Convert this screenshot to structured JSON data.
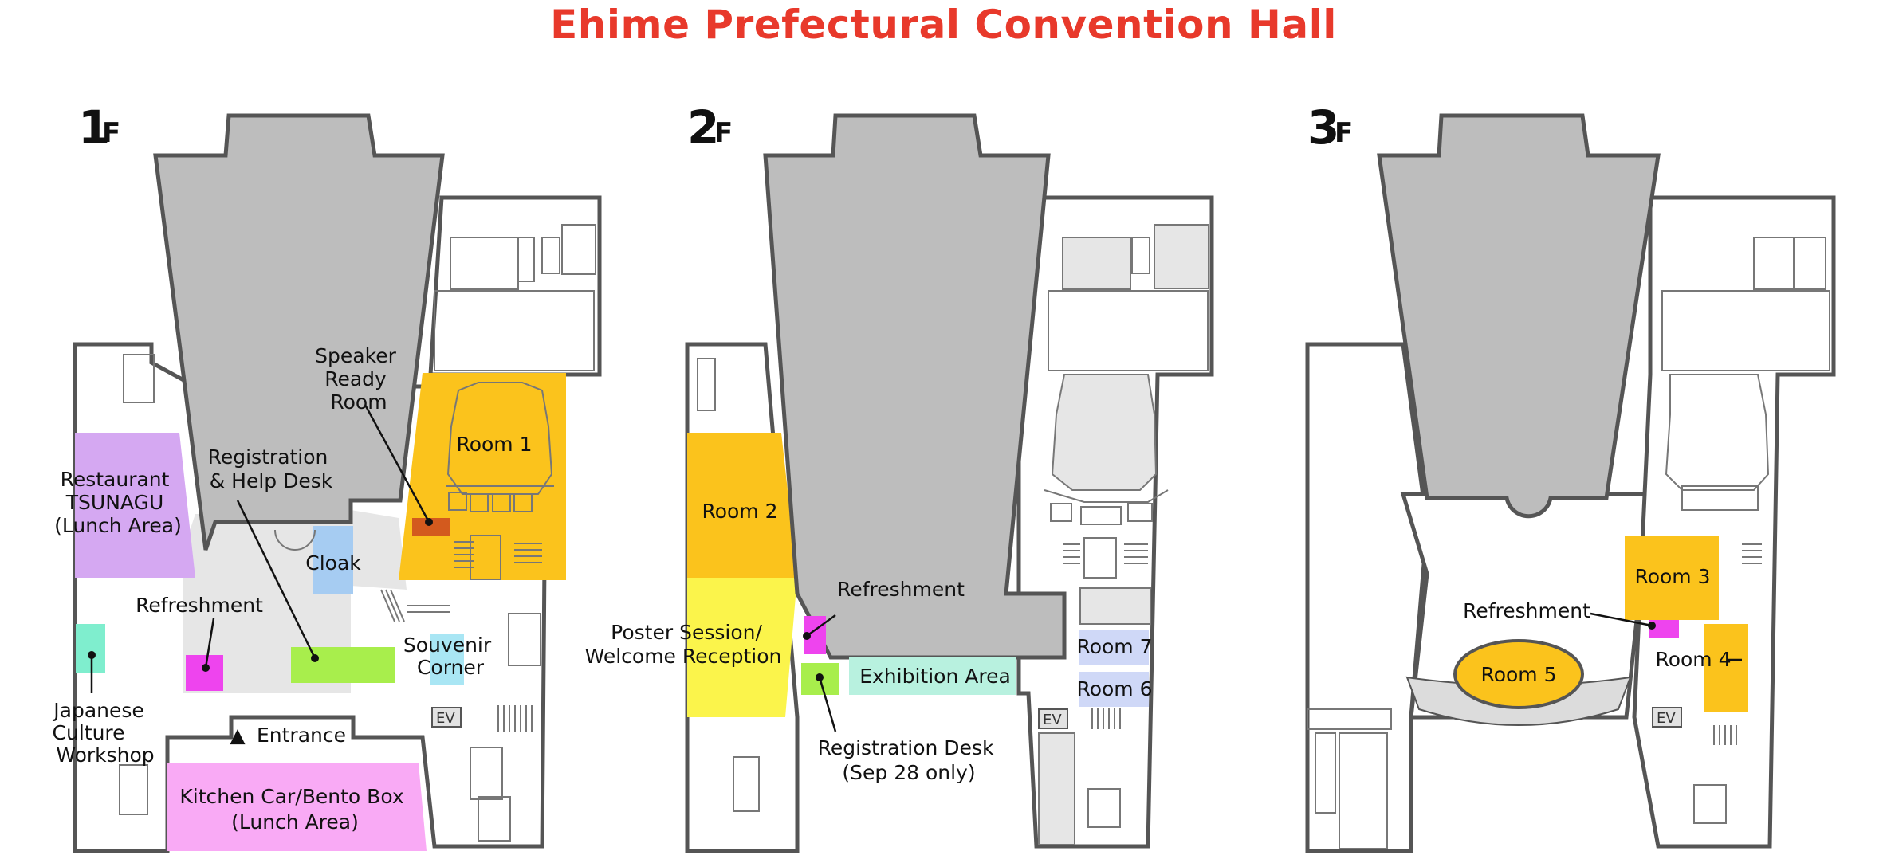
{
  "title": "Ehime Prefectural Convention Hall",
  "floors": [
    {
      "number": "1",
      "suffix": "F",
      "labels": {
        "speaker": [
          "Speaker",
          "Ready",
          "Room"
        ],
        "room1": "Room 1",
        "registration": [
          "Registration",
          "& Help Desk"
        ],
        "restaurant": [
          "Restaurant",
          "TSUNAGU",
          "(Lunch Area)"
        ],
        "cloak": "Cloak",
        "refreshment": "Refreshment",
        "souvenir": [
          "Souvenir",
          "Corner"
        ],
        "japanese": [
          "Japanese",
          "Culture",
          "Workshop"
        ],
        "entrance": "Entrance",
        "entrance_marker": "▲",
        "kitchen": [
          "Kitchen Car/Bento Box",
          "(Lunch Area)"
        ],
        "ev": "EV"
      }
    },
    {
      "number": "2",
      "suffix": "F",
      "labels": {
        "room2": "Room 2",
        "poster": [
          "Poster Session/",
          "Welcome Reception"
        ],
        "refreshment": "Refreshment",
        "exhibition": "Exhibition Area",
        "room7": "Room 7",
        "room6": "Room 6",
        "registration": [
          "Registration Desk",
          "(Sep 28 only)"
        ],
        "ev": "EV"
      }
    },
    {
      "number": "3",
      "suffix": "F",
      "labels": {
        "room3": "Room 3",
        "refreshment": "Refreshment",
        "room4": "Room 4",
        "room5": "Room 5",
        "ev": "EV"
      }
    }
  ],
  "colors": {
    "title": "#e8392b",
    "room": "#fbc31c",
    "hall": "#bdbdbd",
    "restaurant": "#d5a8f2",
    "refreshment": "#ee44ee",
    "registration": "#a8ee4c",
    "cloak": "#a6ccf2",
    "souvenir": "#a9e6f4",
    "japanese": "#7feece",
    "kitchen": "#f9aaf5",
    "speaker": "#d35a1e",
    "poster": "#fbf44b",
    "exhibition": "#b8f1df",
    "small_room": "#cfd8f7"
  }
}
